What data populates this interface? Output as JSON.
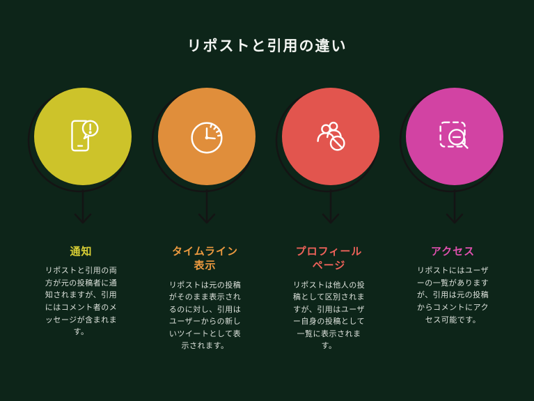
{
  "page": {
    "title": "リポストと引用の違い",
    "background": "#0d2519"
  },
  "colors": {
    "title_text": "#f4f6f3",
    "description_text": "#dde2dc",
    "arrow_stroke": "#141414",
    "icon_stroke": "#ffffff"
  },
  "columns": [
    {
      "id": "notification",
      "icon": "phone-notification-icon",
      "circle_color": "#cdc32a",
      "heading_color": "#d9cf35",
      "heading": "通知",
      "description": "リポストと引用の両方が元の投稿者に通知されますが、引用にはコメント者のメッセージが含まれます。"
    },
    {
      "id": "timeline",
      "icon": "clock-icon",
      "circle_color": "#e08e3b",
      "heading_color": "#ec9a40",
      "heading": "タイムライン表示",
      "description": "リポストは元の投稿がそのまま表示されるのに対し、引用はユーザーからの新しいツイートとして表示されます。"
    },
    {
      "id": "profile",
      "icon": "people-blocked-icon",
      "circle_color": "#e2554e",
      "heading_color": "#ef625a",
      "heading": "プロフィールページ",
      "description": "リポストは他人の投稿として区別されますが、引用はユーザー自身の投稿として一覧に表示されます。"
    },
    {
      "id": "access",
      "icon": "search-minus-icon",
      "circle_color": "#d243a3",
      "heading_color": "#e150af",
      "heading": "アクセス",
      "description": "リポストにはユーザーの一覧がありますが、引用は元の投稿からコメントにアクセス可能です。"
    }
  ]
}
